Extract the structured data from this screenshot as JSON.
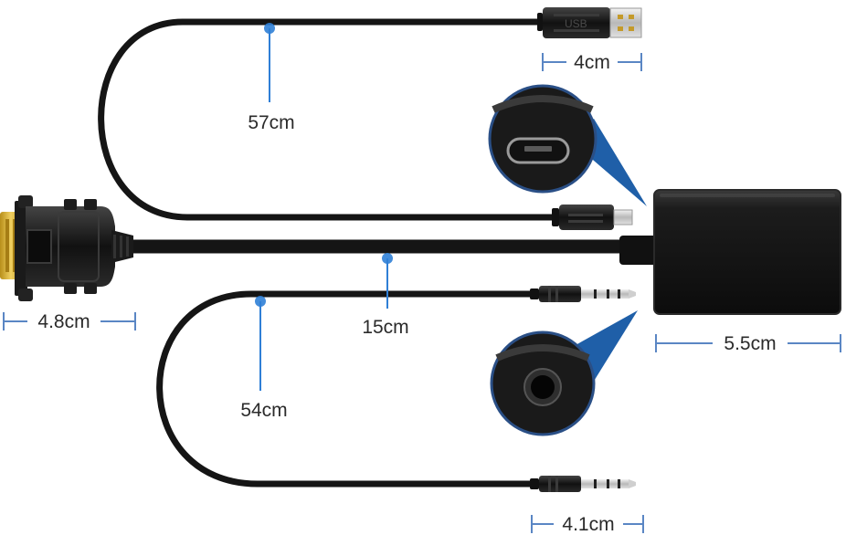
{
  "dimensions": {
    "usb_plug_length": "4cm",
    "usb_cable_length": "57cm",
    "vga_connector_width": "4.8cm",
    "main_cable_length": "15cm",
    "adapter_box_width": "5.5cm",
    "audio_cable_length": "54cm",
    "audio_plug_length": "4.1cm"
  },
  "colors": {
    "cable": "#151515",
    "marker": "#2f7fd6",
    "callout": "#1f5fa8",
    "vga_gold": "#d2ac2c",
    "dimension_line": "#5a86c4"
  }
}
